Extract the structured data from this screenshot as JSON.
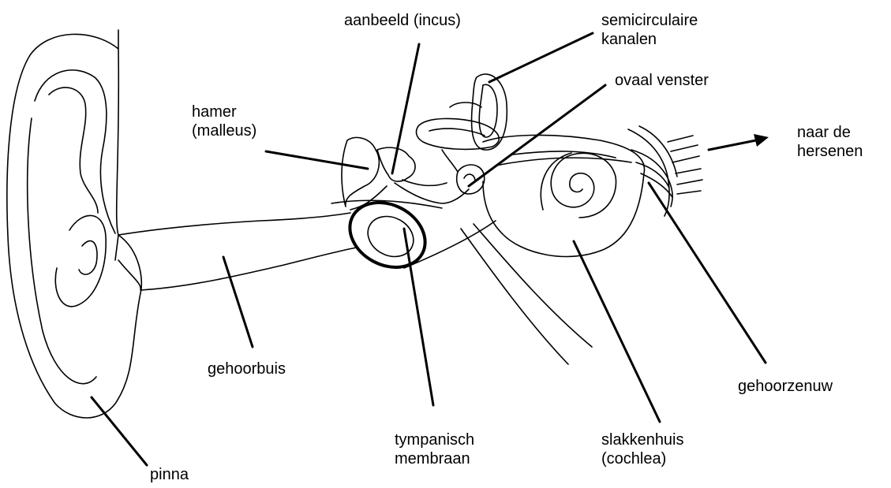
{
  "labels": {
    "incus": "aanbeeld (incus)",
    "semicircular_1": "semicirculaire",
    "semicircular_2": "kanalen",
    "oval_window": "ovaal venster",
    "malleus_1": "hamer",
    "malleus_2": "(malleus)",
    "to_brain_1": "naar de",
    "to_brain_2": "hersenen",
    "ear_canal": "gehoorbuis",
    "auditory_nerve": "gehoorzenuw",
    "tympanic_1": "tympanisch",
    "tympanic_2": "membraan",
    "cochlea_1": "slakkenhuis",
    "cochlea_2": "(cochlea)",
    "pinna": "pinna"
  },
  "colors": {
    "line": "#000000",
    "background": "#ffffff"
  }
}
